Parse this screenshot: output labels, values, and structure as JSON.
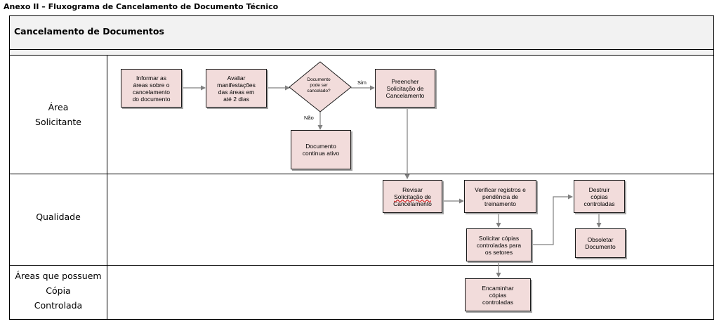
{
  "document_title": "Anexo II – Fluxograma de Cancelamento de Documento Técnico",
  "table": {
    "header": "Cancelamento de Documentos",
    "lanes": {
      "area_solicitante": [
        "Área",
        "Solicitante"
      ],
      "qualidade": [
        "Qualidade"
      ],
      "areas_copia": [
        "Áreas que possuem",
        "Cópia",
        "Controlada"
      ]
    }
  },
  "flow": {
    "informar": [
      "Informar as",
      "áreas sobre o",
      "cancelamento",
      "do documento"
    ],
    "avaliar": [
      "Avaliar",
      "manifestações",
      "das áreas em",
      "até 2 dias"
    ],
    "decisao": [
      "Documento",
      "pode ser",
      "cancelado?"
    ],
    "sim": "Sim",
    "nao": "Não",
    "preencher": [
      "Preencher",
      "Solicitação de",
      "Cancelamento"
    ],
    "continua": [
      "Documento",
      "continua ativo"
    ],
    "revisar": [
      "Revisar",
      "Solicitação de",
      "Cancelamento"
    ],
    "verificar": [
      "Verificar registros e",
      "pendência de",
      "treinamento"
    ],
    "solicitar": [
      "Solicitar cópias",
      "controladas para",
      "os setores"
    ],
    "destruir": [
      "Destruir",
      "cópias",
      "controladas"
    ],
    "obsoletar": [
      "Obsoletar",
      "Documento"
    ],
    "encaminhar": [
      "Encaminhar",
      "cópias",
      "controladas"
    ]
  },
  "colors": {
    "box_fill": "#f2dcdb",
    "band_fill": "#f2f2f2",
    "connector": "#808080"
  }
}
